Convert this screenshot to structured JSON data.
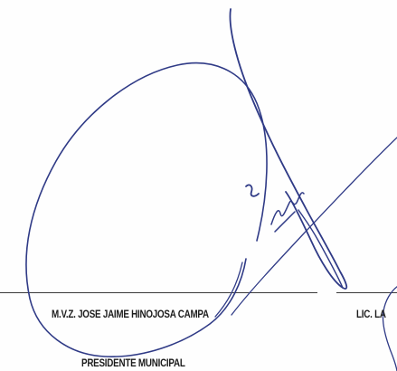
{
  "signatories": [
    {
      "name": "M.V.Z. JOSE JAIME HINOJOSA CAMPA",
      "title": "PRESIDENTE MUNICIPAL"
    },
    {
      "name": "LIC. LA"
    }
  ],
  "ink_color": "#2f3a86"
}
